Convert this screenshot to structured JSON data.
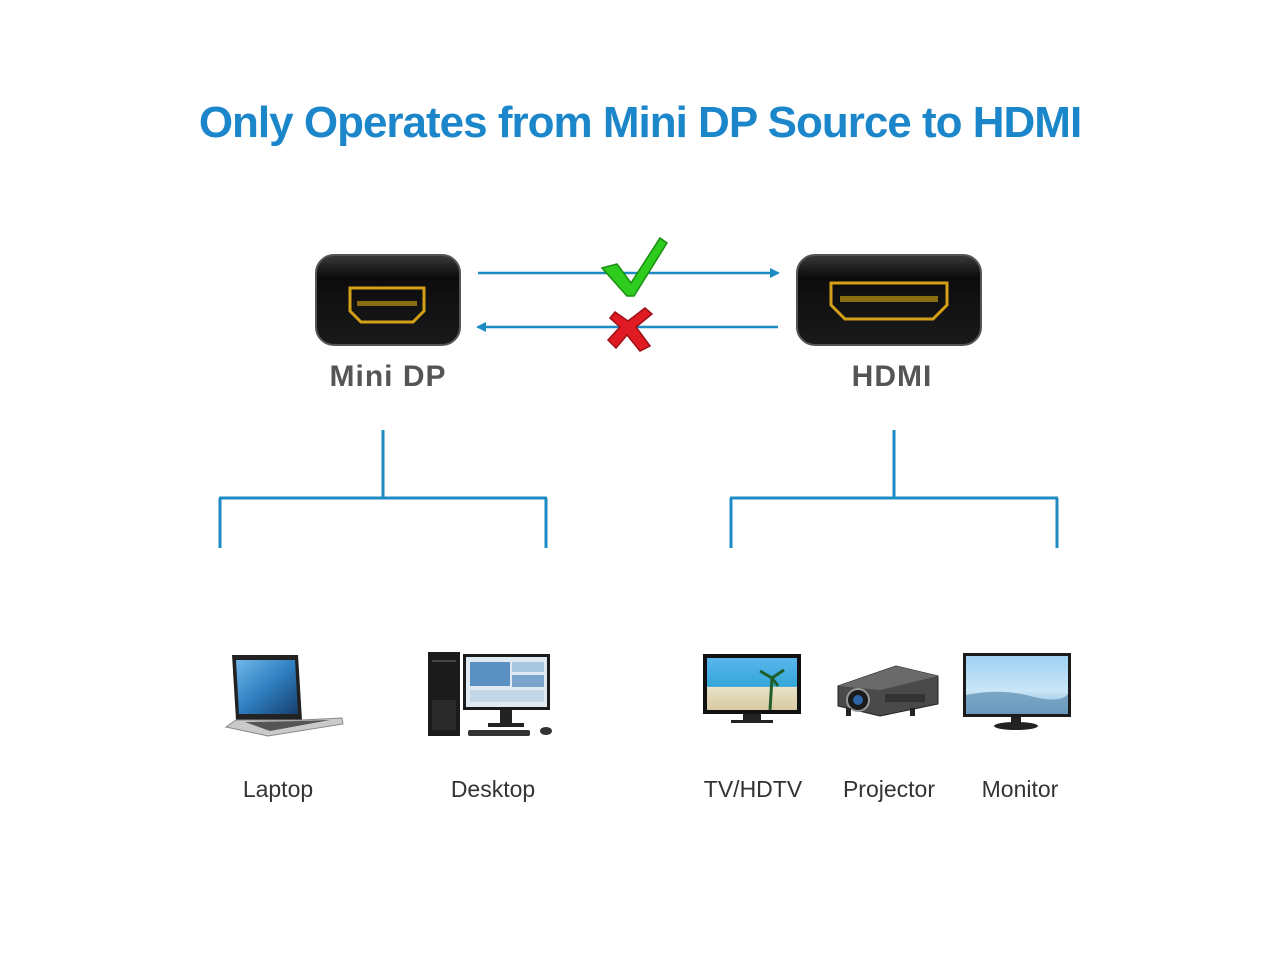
{
  "title": "Only Operates from Mini DP Source to HDMI",
  "connectors": {
    "source": {
      "label": "Mini DP",
      "icon": "mini-dp-port-icon"
    },
    "target": {
      "label": "HDMI",
      "icon": "hdmi-port-icon"
    }
  },
  "direction": {
    "supported": {
      "from": "Mini DP",
      "to": "HDMI",
      "mark": "check-icon",
      "color": "#2ecc1f"
    },
    "unsupported": {
      "from": "HDMI",
      "to": "Mini DP",
      "mark": "cross-icon",
      "color": "#e01b24"
    }
  },
  "devices": {
    "source": [
      {
        "label": "Laptop",
        "icon": "laptop-icon"
      },
      {
        "label": "Desktop",
        "icon": "desktop-icon"
      }
    ],
    "target": [
      {
        "label": "TV/HDTV",
        "icon": "tv-icon"
      },
      {
        "label": "Projector",
        "icon": "projector-icon"
      },
      {
        "label": "Monitor",
        "icon": "monitor-icon"
      }
    ]
  },
  "colors": {
    "title": "#1b86c9",
    "lines": "#1e8bc3",
    "port_gold": "#d4a017",
    "port_body": "#111111"
  }
}
